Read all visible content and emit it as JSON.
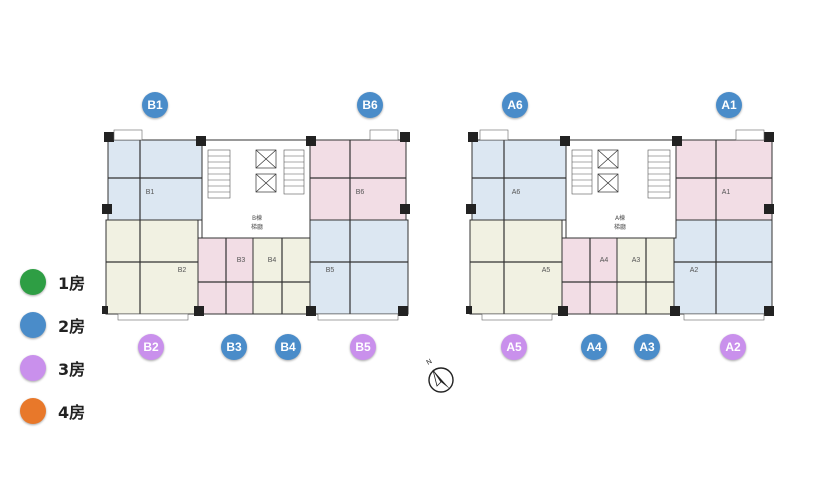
{
  "legend": [
    {
      "label": "1房",
      "color": "#2e9e44"
    },
    {
      "label": "2房",
      "color": "#4a8cc9"
    },
    {
      "label": "3房",
      "color": "#c990ec"
    },
    {
      "label": "4房",
      "color": "#e8782a"
    }
  ],
  "buildings": {
    "B": {
      "top_badges": [
        "B1",
        "B6"
      ],
      "bottom_badges": [
        "B2",
        "B3",
        "B4",
        "B5"
      ],
      "units": [
        "B1",
        "B2",
        "B3",
        "B4",
        "B5",
        "B6"
      ],
      "core_label": "B棟",
      "core_sub": "梯廳"
    },
    "A": {
      "top_badges": [
        "A6",
        "A1"
      ],
      "bottom_badges": [
        "A5",
        "A4",
        "A3",
        "A2"
      ],
      "units": [
        "A6",
        "A5",
        "A4",
        "A3",
        "A2",
        "A1"
      ],
      "core_label": "A棟",
      "core_sub": "梯廳"
    }
  },
  "compass": {
    "label": "N",
    "icon": "north-arrow-icon"
  },
  "colors": {
    "two_room": "#4a8cc9",
    "three_room": "#c990ec",
    "fill_blue": "#dce7f2",
    "fill_pink": "#f2dde5",
    "fill_beige": "#f1f1e2"
  }
}
